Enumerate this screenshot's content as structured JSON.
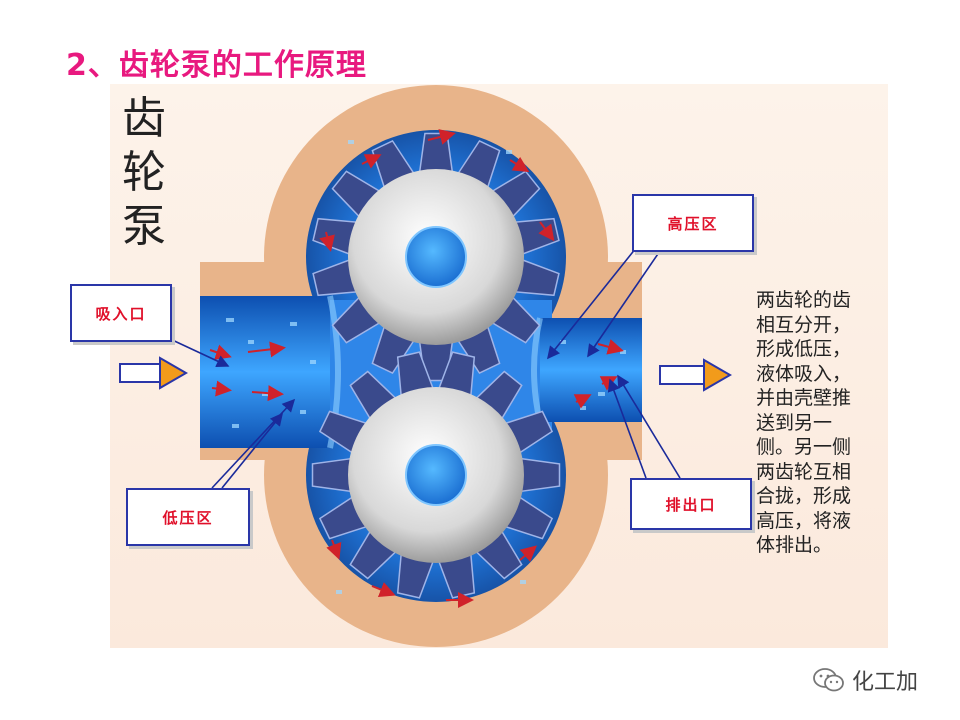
{
  "title": "2、齿轮泵的工作原理",
  "vertical_title": [
    "齿",
    "轮",
    "泵"
  ],
  "labels": {
    "suction": "吸入口",
    "high_pressure": "高压区",
    "low_pressure": "低压区",
    "discharge": "排出口"
  },
  "description_lines": [
    "两齿轮的齿",
    "相互分开，",
    "形成低压，",
    "液体吸入，",
    "并由壳壁推",
    "送到另一",
    "侧。另一侧",
    "两齿轮互相",
    "合拢，形成",
    "高压，将液",
    "体排出。"
  ],
  "watermark": {
    "text": "化工加",
    "icon": "wechat-icon"
  },
  "colors": {
    "title": "#e8197f",
    "label_text": "#e0102a",
    "label_border": "#2a36a8",
    "casing": "#e8b48a",
    "fluid": "#1e6fd0",
    "gear_tooth": "#3a4a8c",
    "arrow": "#d0222a"
  }
}
